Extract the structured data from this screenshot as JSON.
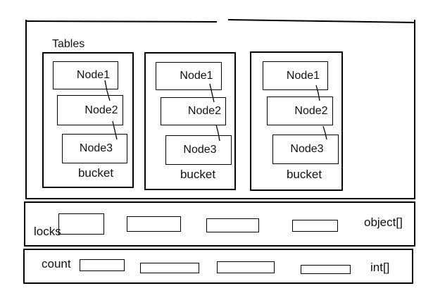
{
  "title": "Tables",
  "buckets": [
    {
      "label": "bucket",
      "nodes": [
        "Node1",
        "Node2",
        "Node3"
      ]
    },
    {
      "label": "bucket",
      "nodes": [
        "Node1",
        "Node2",
        "Node3"
      ]
    },
    {
      "label": "bucket",
      "nodes": [
        "Node1",
        "Node2",
        "Node3"
      ]
    }
  ],
  "locks_row": {
    "label": "locks",
    "type_label": "object[]",
    "cells": 4
  },
  "count_row": {
    "label": "count",
    "type_label": "int[]",
    "cells": 4
  },
  "colors": {
    "line": "#000000",
    "text": "#111111",
    "background": "#ffffff"
  }
}
